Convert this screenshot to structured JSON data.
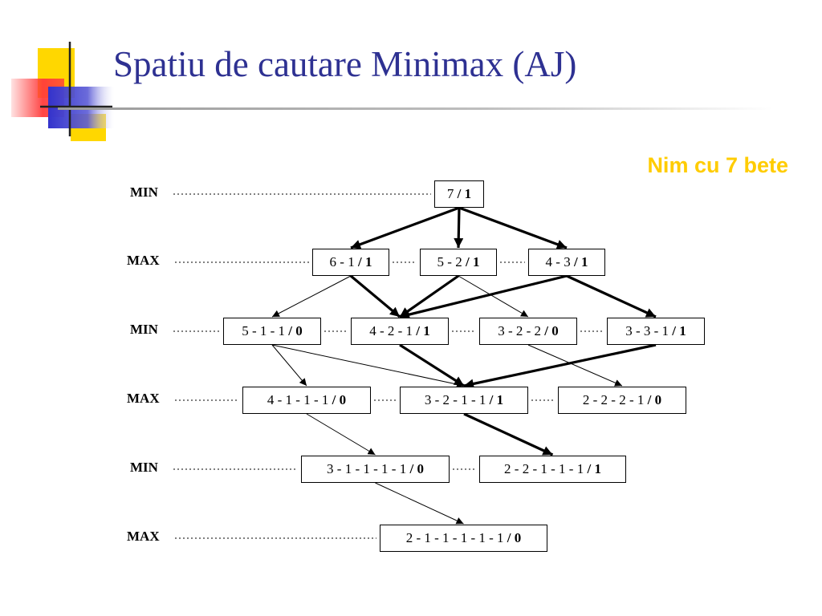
{
  "slide": {
    "title": "Spatiu de cautare Minimax (AJ)",
    "subtitle": "Nim cu 7 bete"
  },
  "colors": {
    "title": "#2e3192",
    "subtitle": "#ffcc00",
    "logo_yellow": "#ffd700",
    "logo_red": "#ff3b3b",
    "logo_blue": "#3333cc"
  },
  "tree": {
    "levels": [
      {
        "label": "MIN",
        "nodes": [
          {
            "state": "7 ",
            "value": "1"
          }
        ]
      },
      {
        "label": "MAX",
        "nodes": [
          {
            "state": "6 - 1 ",
            "value": "1"
          },
          {
            "state": "5 - 2 ",
            "value": "1"
          },
          {
            "state": "4 - 3 ",
            "value": "1"
          }
        ]
      },
      {
        "label": "MIN",
        "nodes": [
          {
            "state": "5 - 1 - 1 ",
            "value": "0"
          },
          {
            "state": "4 - 2 - 1 ",
            "value": "1"
          },
          {
            "state": "3 - 2 - 2 ",
            "value": "0"
          },
          {
            "state": "3 - 3 - 1 ",
            "value": "1"
          }
        ]
      },
      {
        "label": "MAX",
        "nodes": [
          {
            "state": "4 - 1 - 1 - 1 ",
            "value": "0"
          },
          {
            "state": "3 - 2 - 1 - 1 ",
            "value": "1"
          },
          {
            "state": "2 - 2 - 2 - 1 ",
            "value": "0"
          }
        ]
      },
      {
        "label": "MIN",
        "nodes": [
          {
            "state": "3 - 1 - 1 - 1 - 1 ",
            "value": "0"
          },
          {
            "state": "2 - 2 - 1 - 1 - 1 ",
            "value": "1"
          }
        ]
      },
      {
        "label": "MAX",
        "nodes": [
          {
            "state": "2 - 1 - 1 - 1 - 1 - 1 ",
            "value": "0"
          }
        ]
      }
    ],
    "edges": [
      {
        "from": "0.0",
        "to": "1.0",
        "bold": true,
        "arrow": true
      },
      {
        "from": "0.0",
        "to": "1.1",
        "bold": true,
        "arrow": true
      },
      {
        "from": "0.0",
        "to": "1.2",
        "bold": true,
        "arrow": true
      },
      {
        "from": "1.0",
        "to": "2.0",
        "bold": false,
        "arrow": true
      },
      {
        "from": "1.0",
        "to": "2.1",
        "bold": true,
        "arrow": true
      },
      {
        "from": "1.1",
        "to": "2.1",
        "bold": true,
        "arrow": true
      },
      {
        "from": "1.1",
        "to": "2.2",
        "bold": false,
        "arrow": true
      },
      {
        "from": "1.2",
        "to": "2.1",
        "bold": true,
        "arrow": true
      },
      {
        "from": "1.2",
        "to": "2.3",
        "bold": true,
        "arrow": true
      },
      {
        "from": "2.0",
        "to": "3.0",
        "bold": false,
        "arrow": true
      },
      {
        "from": "2.0",
        "to": "3.1",
        "bold": false,
        "arrow": true
      },
      {
        "from": "2.1",
        "to": "3.1",
        "bold": true,
        "arrow": true
      },
      {
        "from": "2.2",
        "to": "3.2",
        "bold": false,
        "arrow": true
      },
      {
        "from": "2.3",
        "to": "3.1",
        "bold": true,
        "arrow": true
      },
      {
        "from": "3.0",
        "to": "4.0",
        "bold": false,
        "arrow": true
      },
      {
        "from": "3.1",
        "to": "4.1",
        "bold": true,
        "arrow": true
      },
      {
        "from": "4.0",
        "to": "5.0",
        "bold": false,
        "arrow": true
      }
    ]
  }
}
